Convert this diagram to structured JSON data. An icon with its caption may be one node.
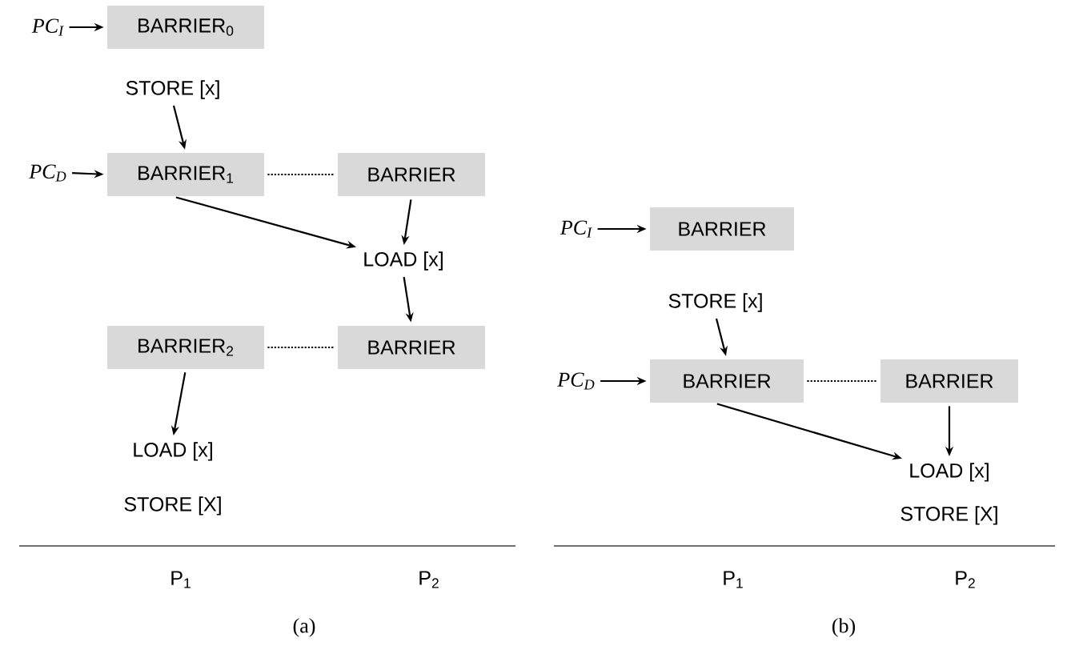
{
  "diagram": {
    "nodes": [
      {
        "text": [
          "PC$_{I}$"
        ]
      },
      {
        "text": [
          "BARRIER$_{0}$"
        ]
      },
      {
        "text": [
          "STORE [x]"
        ]
      },
      {
        "text": [
          "PC$_{D}$"
        ]
      },
      {
        "text": [
          "BARRIER$_{1}$"
        ]
      },
      {
        "text": [
          "BARRIER"
        ]
      },
      {
        "text": [
          "LOAD [x]"
        ]
      },
      {
        "text": [
          "BARRIER$_{2}$"
        ]
      },
      {
        "text": [
          "BARRIER"
        ]
      },
      {
        "text": [
          "LOAD [x]"
        ]
      },
      {
        "text": [
          "PC$_{I}$"
        ]
      },
      {
        "text": [
          "BARRIER"
        ]
      },
      {
        "text": [
          "STORE [x]"
        ]
      },
      {
        "text": [
          "PC$_{D}$"
        ]
      },
      {
        "text": [
          "BARRIER"
        ]
      },
      {
        "text": [
          "BARRIER"
        ]
      },
      {
        "text": [
          "LOAD [x]"
        ]
      }
    ],
    "edges": [
      {
        "from": 0,
        "to": 1,
        "arrow": "to"
      },
      {
        "from": 2,
        "to": 4,
        "arrow": "to"
      },
      {
        "from": 3,
        "to": 4,
        "arrow": "to"
      },
      {
        "from": 4,
        "to": 5,
        "arrow": "none",
        "style": "dashed"
      },
      {
        "from": 4,
        "to": 6,
        "arrow": "to"
      },
      {
        "from": 5,
        "to": 6,
        "arrow": "to"
      },
      {
        "from": 6,
        "to": 8,
        "arrow": "to"
      },
      {
        "from": 7,
        "to": 8,
        "arrow": "none",
        "style": "dashed"
      },
      {
        "from": 7,
        "to": 9,
        "arrow": "to"
      },
      {
        "from": 10,
        "to": 11,
        "arrow": "to"
      },
      {
        "from": 12,
        "to": 14,
        "arrow": "to"
      },
      {
        "from": 13,
        "to": 14,
        "arrow": "to"
      },
      {
        "from": 14,
        "to": 15,
        "arrow": "none",
        "style": "dashed"
      },
      {
        "from": 14,
        "to": 16,
        "arrow": "to"
      },
      {
        "from": 15,
        "to": 16,
        "arrow": "to"
      }
    ],
    "labels": [
      "STORE [X]",
      "STORE [X]",
      "P$_{1}$",
      "P$_{2}$",
      "P$_{1}$",
      "P$_{2}$",
      "(a)",
      "(b)"
    ]
  }
}
